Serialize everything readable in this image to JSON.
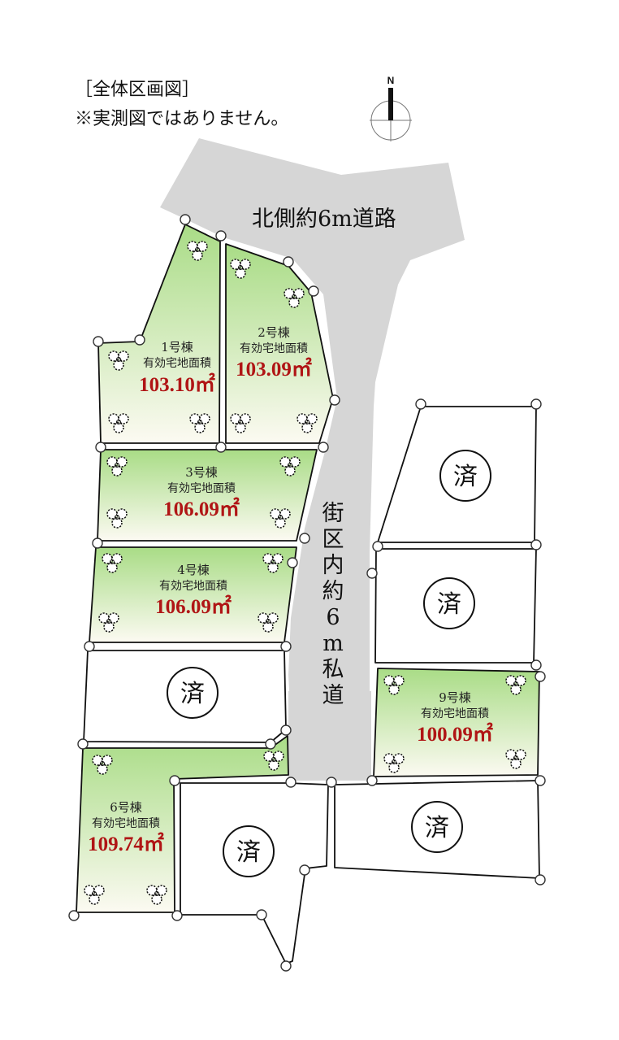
{
  "header": {
    "title": "［全体区画図］",
    "note": "※実測図ではありません。"
  },
  "compass": {
    "north": "N"
  },
  "roads": {
    "north": "北側約6m道路",
    "private": [
      "街",
      "区",
      "内",
      "約",
      "6",
      "m",
      "私",
      "道"
    ]
  },
  "lots": [
    {
      "no": "1号棟",
      "label": "有効宅地面積",
      "area": "103.10㎡"
    },
    {
      "no": "2号棟",
      "label": "有効宅地面積",
      "area": "103.09㎡"
    },
    {
      "no": "3号棟",
      "label": "有効宅地面積",
      "area": "106.09㎡"
    },
    {
      "no": "4号棟",
      "label": "有効宅地面積",
      "area": "106.09㎡"
    },
    {
      "no": "6号棟",
      "label": "有効宅地面積",
      "area": "109.74㎡"
    },
    {
      "no": "9号棟",
      "label": "有効宅地面積",
      "area": "100.09㎡"
    }
  ],
  "sold_mark": "済",
  "colors": {
    "lot_green": "#a9dc86",
    "lot_fade": "#fcfaf2",
    "road_gray": "#d6d6d6",
    "area_red": "#b01515"
  }
}
